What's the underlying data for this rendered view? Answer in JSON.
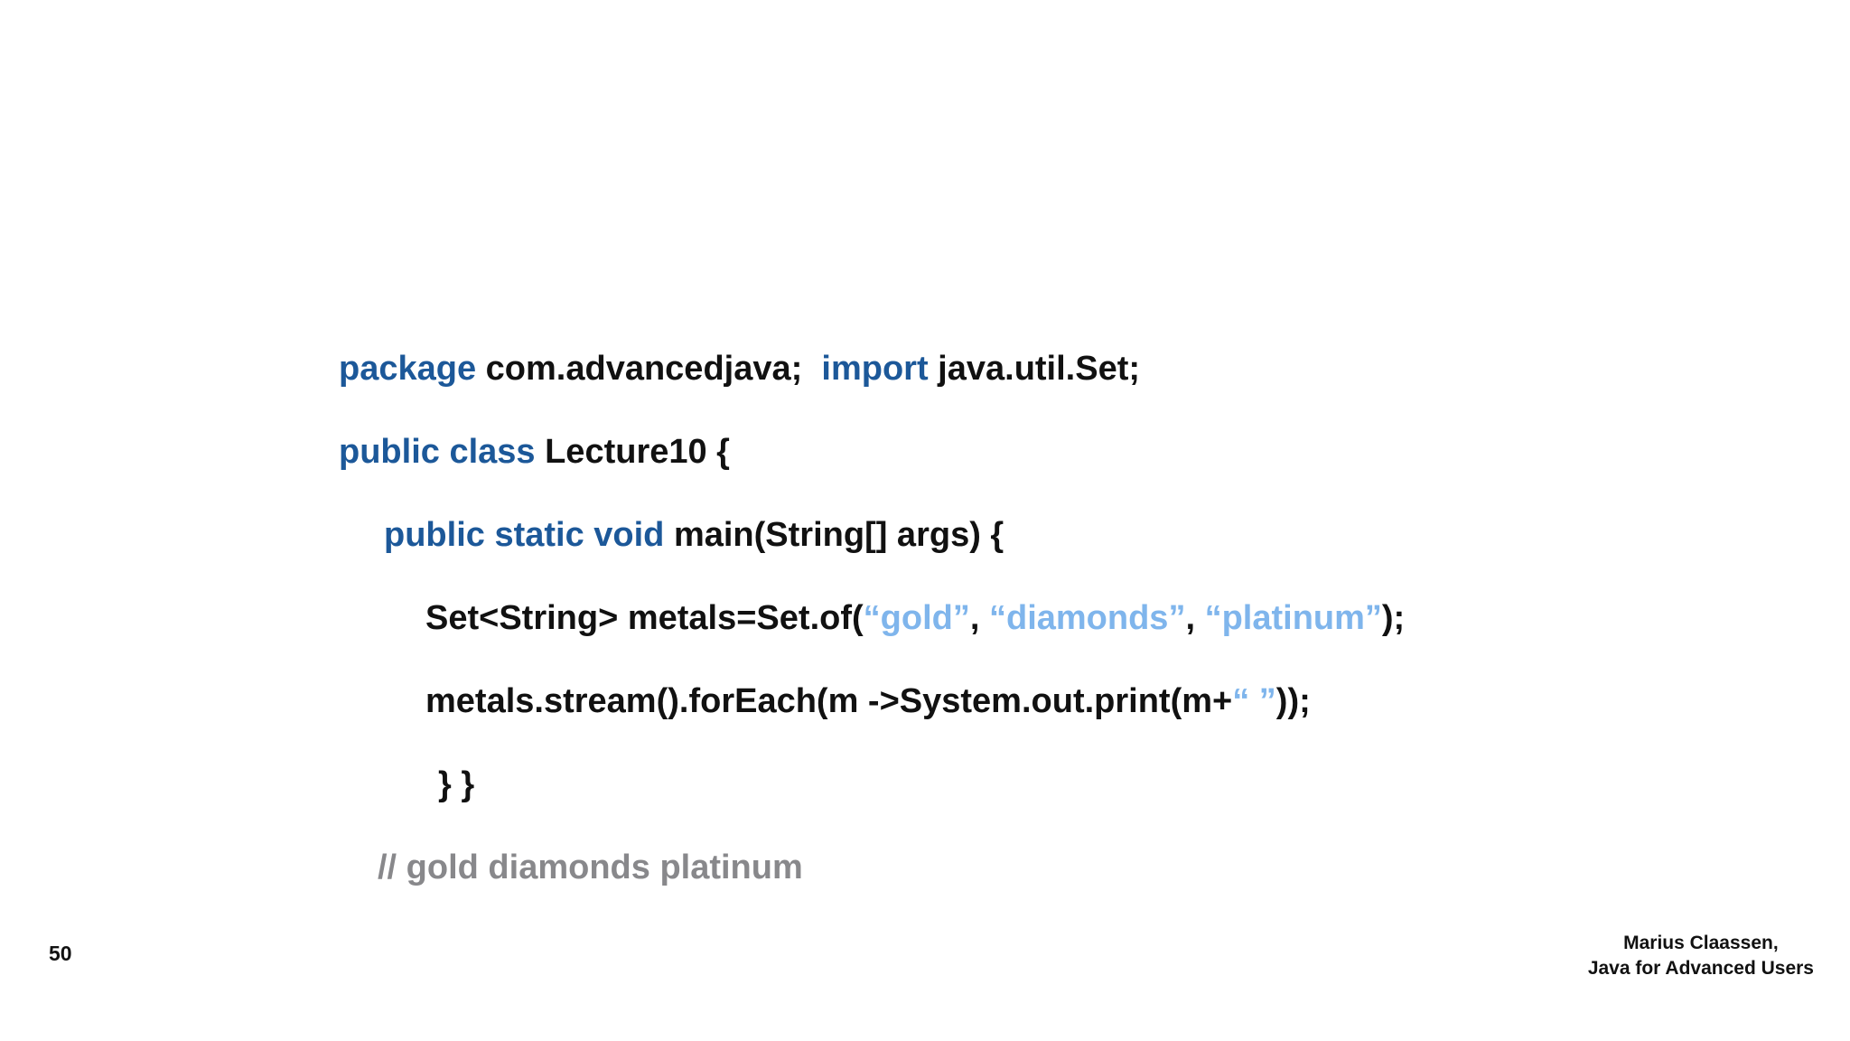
{
  "page": {
    "background": "#ffffff",
    "number": "50"
  },
  "colors": {
    "keyword": "#1c5899",
    "string": "#7fb5ec",
    "comment": "#88888b",
    "code": "#111111"
  },
  "footer": {
    "line1": "Marius Claassen,",
    "line2": "Java for Advanced Users"
  },
  "code": {
    "lines": [
      {
        "indent": 0,
        "segments": [
          {
            "t": "package ",
            "c": "keyword"
          },
          {
            "t": "com.advancedjava;  ",
            "c": "plain"
          },
          {
            "t": "import ",
            "c": "keyword"
          },
          {
            "t": "java.util.Set;",
            "c": "plain"
          }
        ]
      },
      {
        "indent": 0,
        "segments": [
          {
            "t": "public class ",
            "c": "keyword"
          },
          {
            "t": "Lecture10 {",
            "c": "plain"
          }
        ]
      },
      {
        "indent": 50,
        "segments": [
          {
            "t": "public static void ",
            "c": "keyword"
          },
          {
            "t": "main(String[] args) {",
            "c": "plain"
          }
        ]
      },
      {
        "indent": 96,
        "segments": [
          {
            "t": "Set<String> metals=Set.of(",
            "c": "plain"
          },
          {
            "t": "“gold”",
            "c": "string"
          },
          {
            "t": ", ",
            "c": "plain"
          },
          {
            "t": "“diamonds”",
            "c": "string"
          },
          {
            "t": ", ",
            "c": "plain"
          },
          {
            "t": "“platinum”",
            "c": "string"
          },
          {
            "t": ");",
            "c": "plain"
          }
        ]
      },
      {
        "indent": 96,
        "segments": [
          {
            "t": "metals.stream().forEach(m ->System.out.print(m+",
            "c": "plain"
          },
          {
            "t": "“ ”",
            "c": "string"
          },
          {
            "t": "));",
            "c": "plain"
          }
        ]
      },
      {
        "indent": 110,
        "segments": [
          {
            "t": "} }",
            "c": "plain"
          }
        ]
      },
      {
        "indent": 43,
        "segments": [
          {
            "t": "// gold diamonds platinum",
            "c": "comment"
          }
        ]
      }
    ]
  }
}
